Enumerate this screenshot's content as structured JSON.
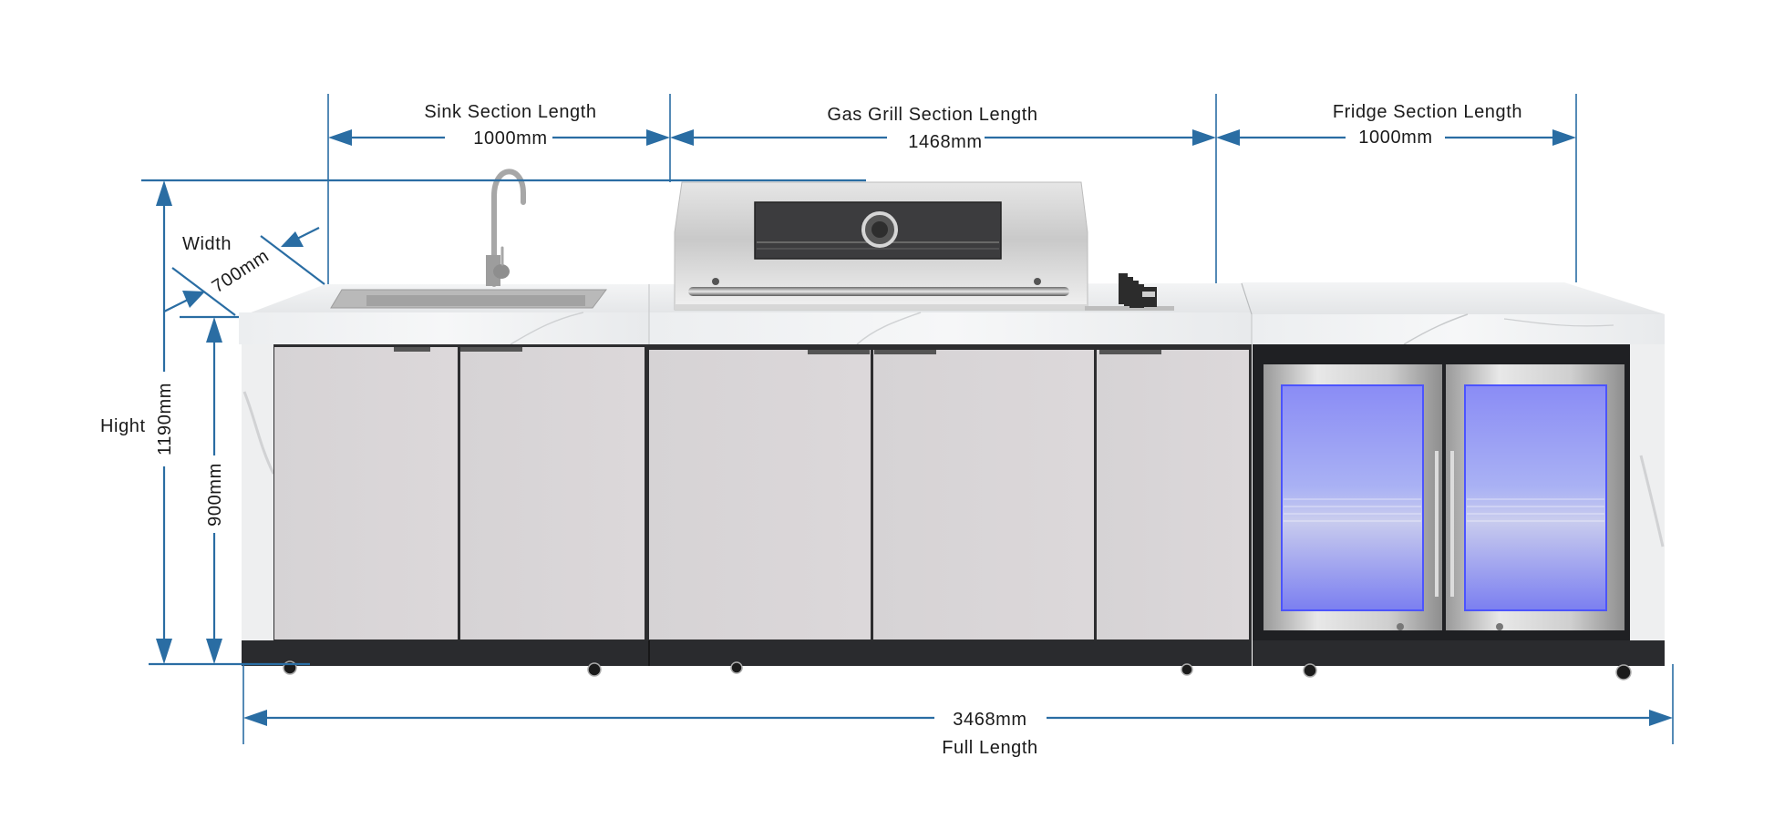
{
  "diagram": {
    "subject": "Outdoor kitchen dimensions",
    "dimension_color": "#2a6da3",
    "sections": [
      {
        "name": "sink",
        "label": "Sink Section Length",
        "value": "1000mm"
      },
      {
        "name": "gas-grill",
        "label": "Gas Grill Section Length",
        "value": "1468mm"
      },
      {
        "name": "fridge",
        "label": "Fridge Section Length",
        "value": "1000mm"
      }
    ],
    "width": {
      "label": "Width",
      "value": "700mm"
    },
    "height": {
      "label": "Hight",
      "total_value": "1190mm",
      "counter_value": "900mm"
    },
    "full_length": {
      "value": "3468mm",
      "label": "Full Length"
    }
  }
}
